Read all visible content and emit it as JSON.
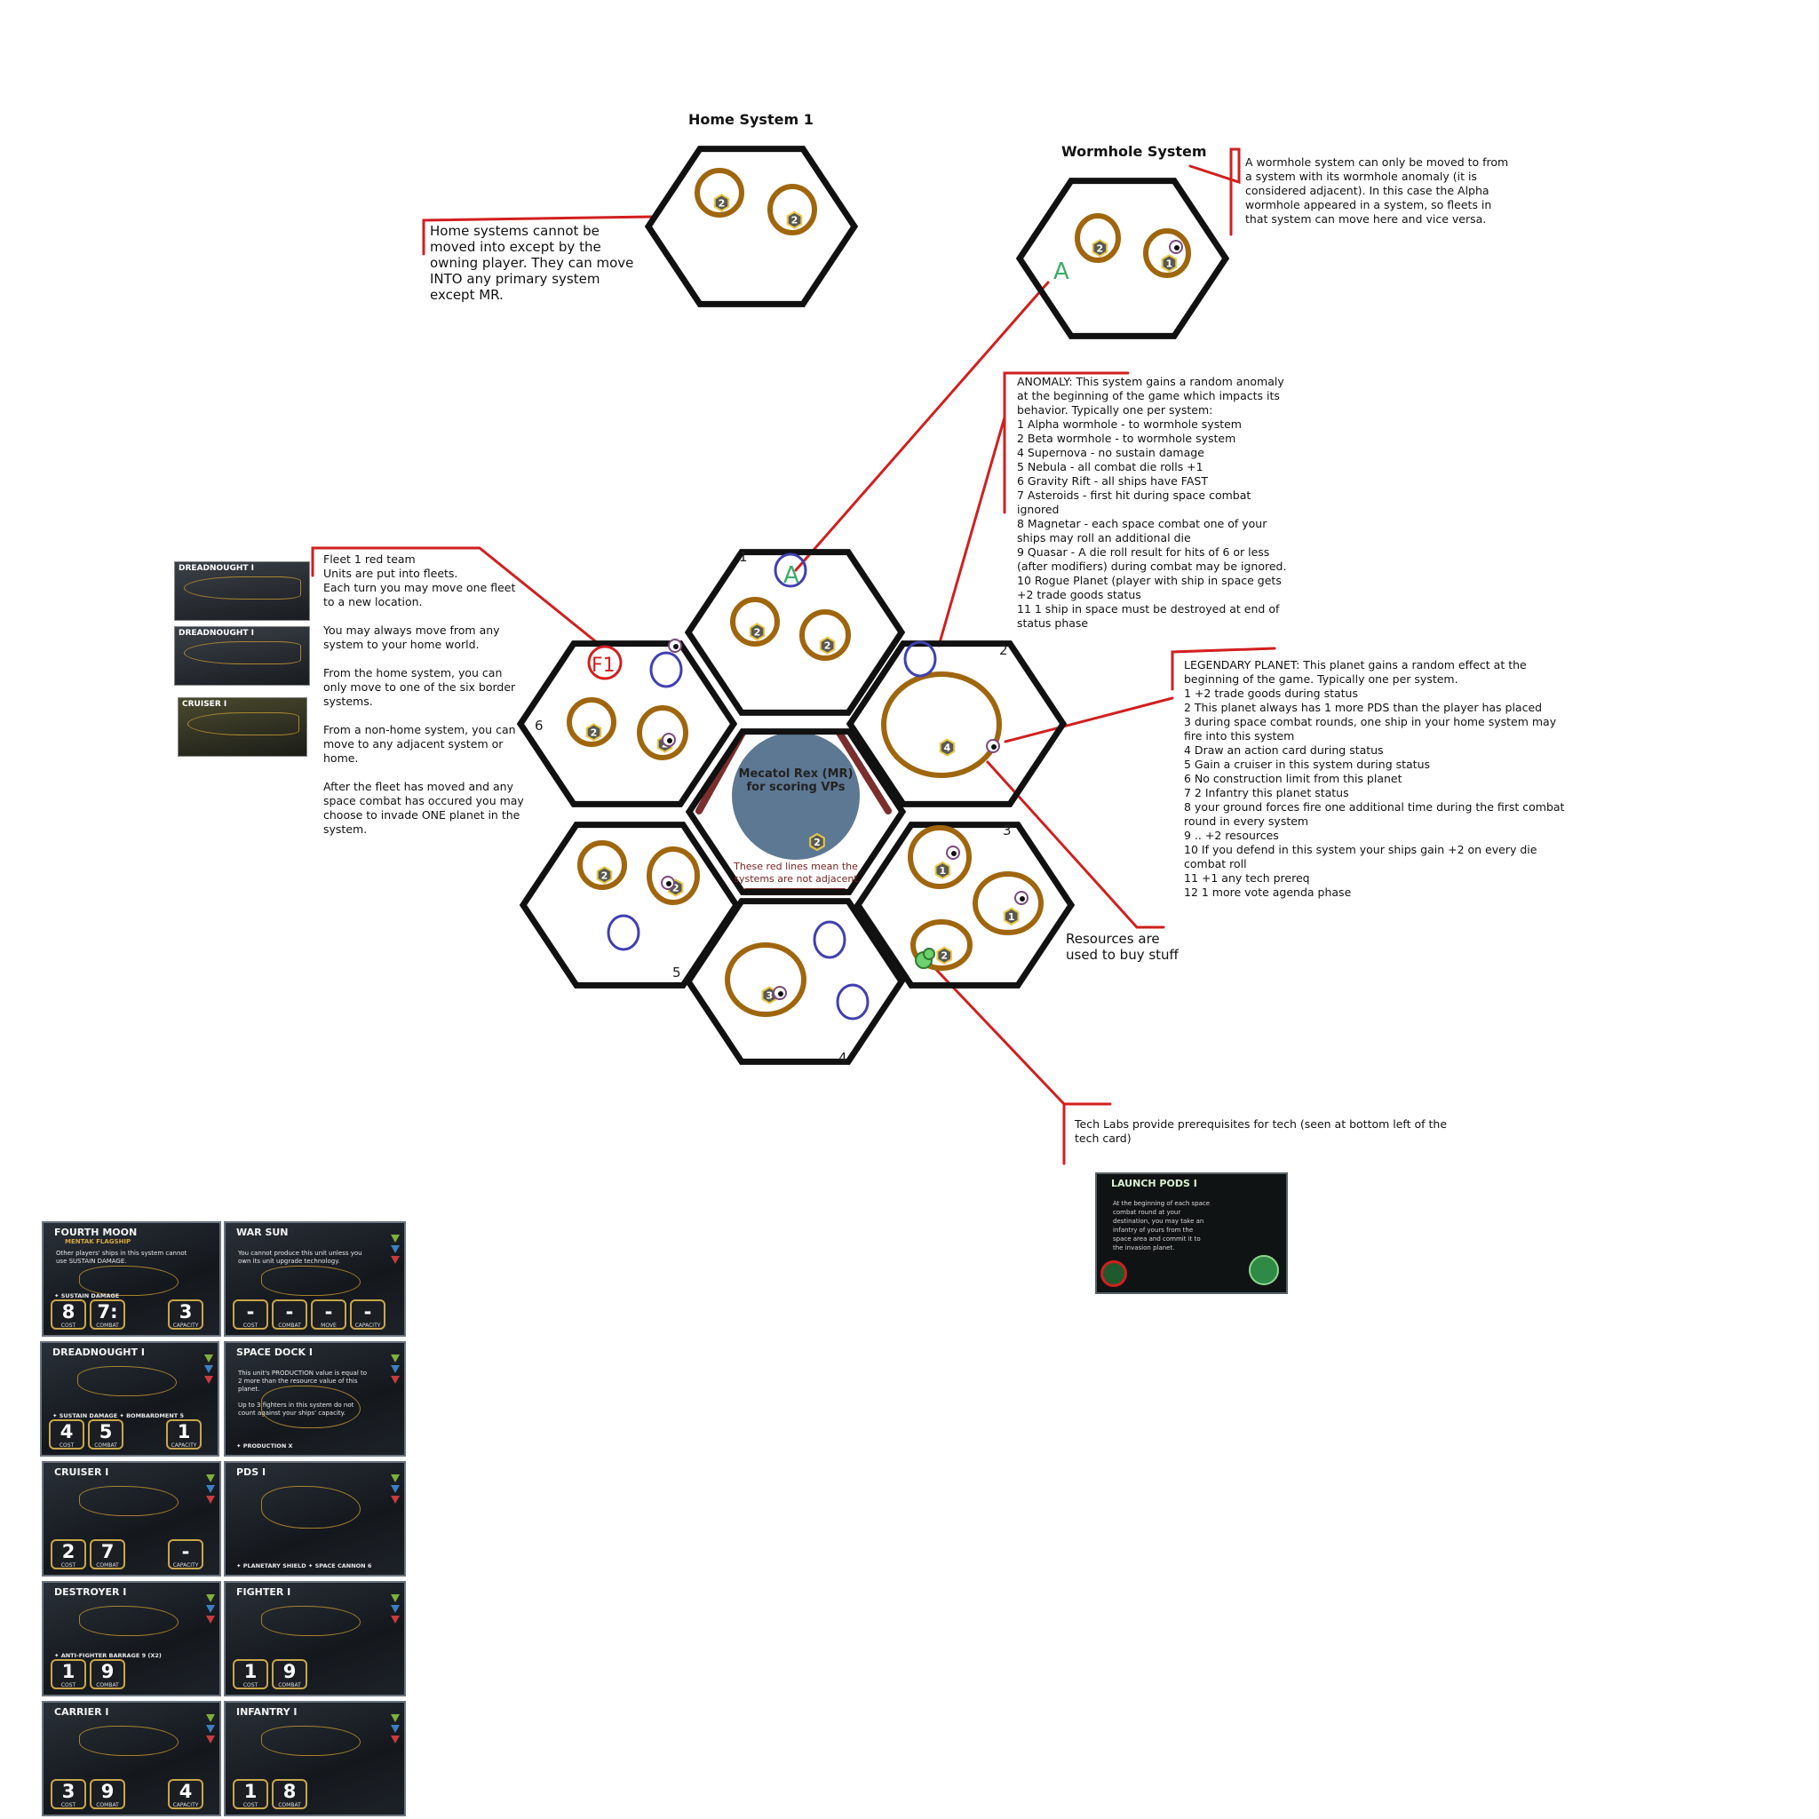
{
  "colors": {
    "hex_border": "#111111",
    "planet": "#a0660e",
    "anomaly": "#4040b0",
    "annotation_line": "#d11f1f",
    "mr_fill": "#5d7893",
    "mr_lane": "#7b2e2e",
    "wormhole_letter": "#3cab6a"
  },
  "home_system": {
    "title": "Home System 1",
    "note": "Home systems cannot be moved into except by the owning player. They can move INTO any primary system except MR."
  },
  "wormhole_system": {
    "title": "Wormhole System",
    "letter": "A",
    "note": "A wormhole system can only be moved to from a system with its wormhole anomaly (it is considered adjacent). In this case the Alpha wormhole appeared in a system, so fleets in that system can move here and vice versa."
  },
  "anomaly_note": "ANOMALY: This system gains a random anomaly at the beginning of the game which impacts its behavior. Typically one per system:\n1 Alpha wormhole - to wormhole system\n2 Beta wormhole - to wormhole system\n4 Supernova - no sustain damage\n5 Nebula - all combat die rolls +1\n6 Gravity Rift - all ships have FAST\n7 Asteroids - first hit during space combat ignored\n8 Magnetar - each space combat one of your ships may roll an additional die\n9 Quasar - A die roll result for hits of 6 or less (after modifiers) during combat may be ignored.\n10 Rogue Planet (player with ship in space gets +2 trade goods status\n11 1 ship in space must be destroyed at end of status phase",
  "fleet_note": "Fleet 1 red team\nUnits are put into fleets.\nEach turn you may move one fleet to a new location.\n\nYou may always move from any system to your home world.\n\nFrom the home system, you can only move to one of the six border systems.\n\nFrom a non-home system, you can move to any adjacent system or home.\n\nAfter the fleet has moved and any space combat has occured you may choose to invade ONE planet in the system.",
  "fleet_label": "F1",
  "legendary_note": "LEGENDARY PLANET: This planet gains a random effect at the beginning of the game. Typically one per system.\n1 +2 trade goods during status\n2 This planet always has 1 more PDS than the player has placed\n3 during space combat rounds, one ship in your home system may fire into this system\n4 Draw an action card during status\n5 Gain a cruiser in this system during status\n6 No construction limit from this planet\n7 2 Infantry this planet status\n8 your ground forces fire one additional time during the first combat round in every system\n9 .. +2 resources\n10 If you defend in this system your ships gain +2 on every die combat roll\n11 +1 any tech prereq\n12 1 more vote agenda phase",
  "resources_note": "Resources are\nused to buy stuff",
  "techlab_note": "Tech Labs provide prerequisites for tech (seen at bottom left of the tech card)",
  "mecatol": {
    "label": "Mecatol Rex (MR)\nfor scoring VPs",
    "value": "2",
    "red_lines_note": "These red lines mean the\nsystems are not adjacent"
  },
  "system_numbers": [
    "1",
    "2",
    "3",
    "4",
    "5",
    "6"
  ],
  "resource_values": {
    "home_a": "2",
    "home_b": "2",
    "worm_a": "2",
    "worm_b": "1",
    "s1_a": "2",
    "s1_b": "2",
    "s2_legendary": "4",
    "s3_a": "1",
    "s3_b": "1",
    "s3_c": "2",
    "s4": "3",
    "s5_a": "2",
    "s5_b": "2",
    "s6_a": "2",
    "s6_b": "2"
  },
  "mini_cards": [
    {
      "name": "DREADNOUGHT I"
    },
    {
      "name": "DREADNOUGHT I"
    },
    {
      "name": "CRUISER I"
    }
  ],
  "tech_card": {
    "name": "LAUNCH PODS I",
    "text": "At the beginning of each space combat round at your destination, you may take an infantry of yours from the space area and commit it to the invasion planet."
  },
  "unit_cards": [
    {
      "name": "FOURTH MOON",
      "sub": "MENTAK FLAGSHIP",
      "text": "Other players' ships in this system cannot use SUSTAIN DAMAGE.",
      "ability": "✦ SUSTAIN DAMAGE",
      "stats": [
        {
          "v": "8",
          "l": "COST"
        },
        {
          "v": "7:",
          "l": "COMBAT"
        },
        {
          "v": "3",
          "l": "CAPACITY"
        }
      ],
      "upgrade": ""
    },
    {
      "name": "WAR SUN",
      "sub": "",
      "text": "You cannot produce this unit unless you own its unit upgrade technology.",
      "ability": "",
      "stats": [
        {
          "v": "-",
          "l": "COST"
        },
        {
          "v": "-",
          "l": "COMBAT"
        },
        {
          "v": "-",
          "l": "MOVE"
        },
        {
          "v": "-",
          "l": "CAPACITY"
        }
      ],
      "upgrade": "UPGRADE"
    },
    {
      "name": "DREADNOUGHT I",
      "sub": "",
      "text": "",
      "ability": "✦ SUSTAIN DAMAGE   ✦ BOMBARDMENT 5",
      "stats": [
        {
          "v": "4",
          "l": "COST"
        },
        {
          "v": "5",
          "l": "COMBAT"
        },
        {
          "v": "1",
          "l": "CAPACITY"
        }
      ],
      "upgrade": "UPGRADE"
    },
    {
      "name": "SPACE DOCK I",
      "sub": "",
      "text": "This unit's PRODUCTION value is equal to 2 more than the resource value of this planet.\n\nUp to 3 fighters in this system do not count against your ships' capacity.",
      "ability": "✦ PRODUCTION X",
      "stats": [],
      "upgrade": "UPGRADE"
    },
    {
      "name": "CRUISER I",
      "sub": "",
      "text": "",
      "ability": "",
      "stats": [
        {
          "v": "2",
          "l": "COST"
        },
        {
          "v": "7",
          "l": "COMBAT"
        },
        {
          "v": "-",
          "l": "CAPACITY"
        }
      ],
      "upgrade": "UPGRADE"
    },
    {
      "name": "PDS I",
      "sub": "",
      "text": "",
      "ability": "✦ PLANETARY SHIELD   ✦ SPACE CANNON 6",
      "stats": [],
      "upgrade": "UPGRADE"
    },
    {
      "name": "DESTROYER I",
      "sub": "",
      "text": "",
      "ability": "✦ ANTI-FIGHTER BARRAGE 9 (X2)",
      "stats": [
        {
          "v": "1",
          "l": "COST"
        },
        {
          "v": "9",
          "l": "COMBAT"
        }
      ],
      "upgrade": "UPGRADE"
    },
    {
      "name": "FIGHTER I",
      "sub": "",
      "text": "",
      "ability": "",
      "stats": [
        {
          "v": "1",
          "l": "COST"
        },
        {
          "v": "9",
          "l": "COMBAT"
        }
      ],
      "upgrade": "UPGRADE"
    },
    {
      "name": "CARRIER I",
      "sub": "",
      "text": "",
      "ability": "",
      "stats": [
        {
          "v": "3",
          "l": "COST"
        },
        {
          "v": "9",
          "l": "COMBAT"
        },
        {
          "v": "4",
          "l": "CAPACITY"
        }
      ],
      "upgrade": "UPGRADE"
    },
    {
      "name": "INFANTRY I",
      "sub": "",
      "text": "",
      "ability": "",
      "stats": [
        {
          "v": "1",
          "l": "COST"
        },
        {
          "v": "8",
          "l": "COMBAT"
        }
      ],
      "upgrade": "UPGRADE"
    }
  ]
}
